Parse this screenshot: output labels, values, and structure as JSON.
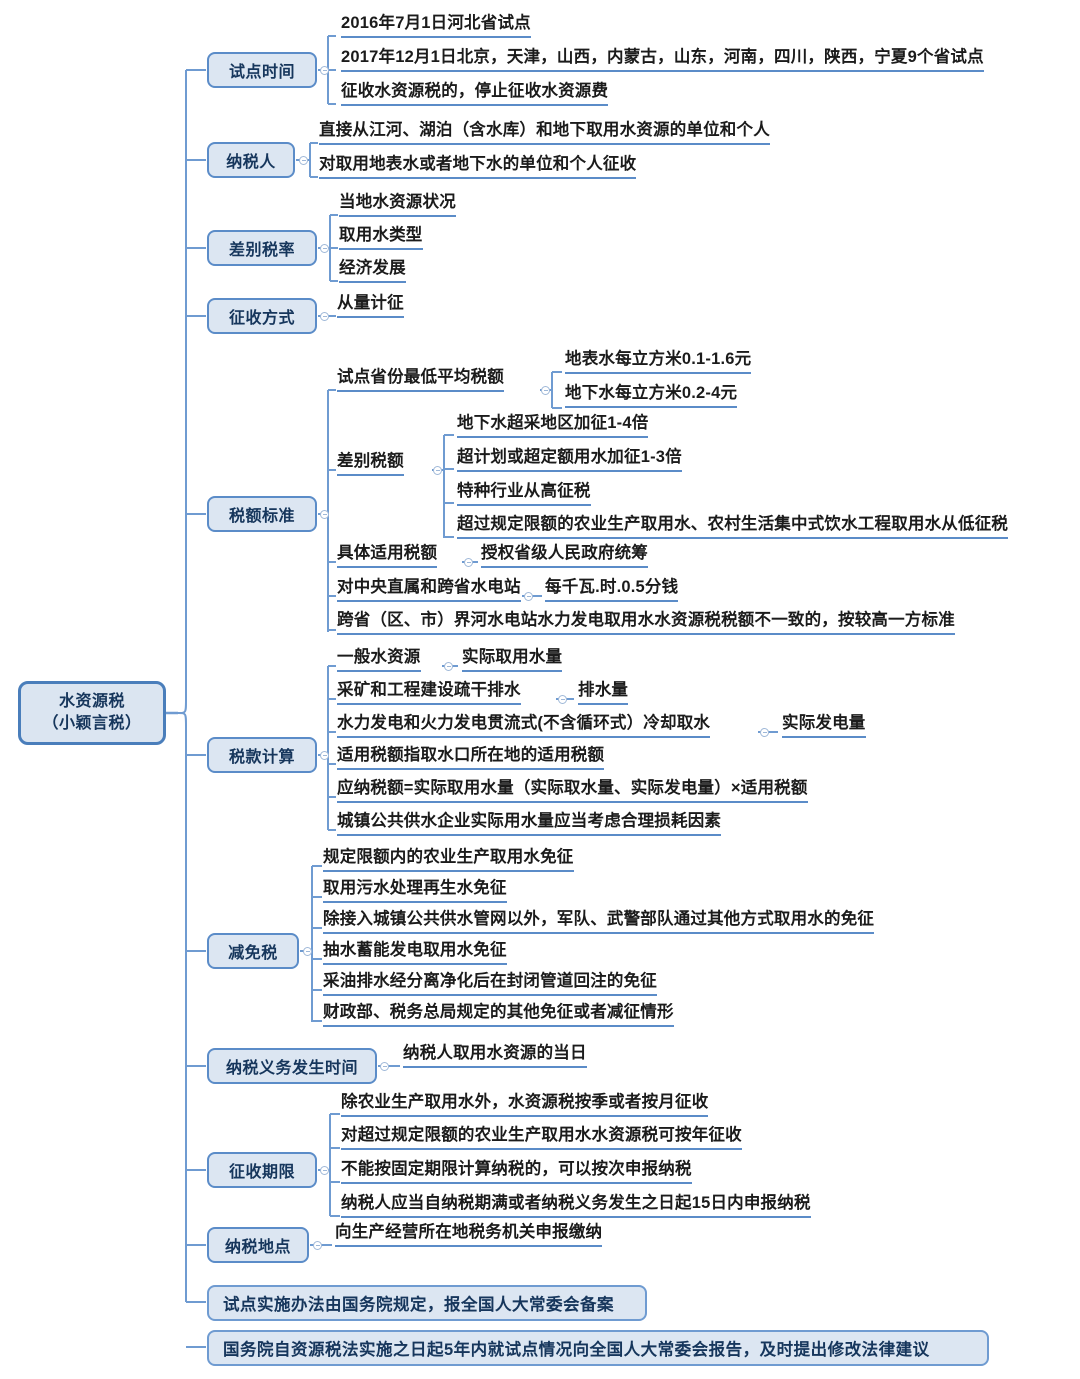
{
  "title": "水资源税思维导图",
  "colors": {
    "node_fill": "#dce6f2",
    "node_border": "#5b8cc8",
    "root_border": "#4a7ebb",
    "underline": "#5b8cc8",
    "text": "#1b1b1b",
    "branch_text": "#16365c"
  },
  "root": {
    "line1": "水资源税",
    "line2": "（小颖言税）"
  },
  "branches": [
    {
      "label": "试点时间",
      "leaves": [
        "2016年7月1日河北省试点",
        "2017年12月1日北京，天津，山西，内蒙古，山东，河南，四川，陕西，宁夏9个省试点",
        "征收水资源税的，停止征收水资源费"
      ]
    },
    {
      "label": "纳税人",
      "leaves": [
        "直接从江河、湖泊（含水库）和地下取用水资源的单位和个人",
        "对取用地表水或者地下水的单位和个人征收"
      ]
    },
    {
      "label": "差别税率",
      "leaves": [
        "当地水资源状况",
        "取用水类型",
        "经济发展"
      ]
    },
    {
      "label": "征收方式",
      "leaves": [
        "从量计征"
      ]
    },
    {
      "label": "税额标准",
      "groups": [
        {
          "label": "试点省份最低平均税额",
          "children": [
            "地表水每立方米0.1-1.6元",
            "地下水每立方米0.2-4元"
          ]
        },
        {
          "label": "差别税额",
          "children": [
            "地下水超采地区加征1-4倍",
            "超计划或超定额用水加征1-3倍",
            "特种行业从高征税",
            "超过规定限额的农业生产取用水、农村生活集中式饮水工程取用水从低征税"
          ]
        }
      ],
      "pairs": [
        {
          "label": "具体适用税额",
          "value": "授权省级人民政府统筹"
        },
        {
          "label": "对中央直属和跨省水电站",
          "value": "每千瓦.时.0.5分钱"
        }
      ],
      "leaves": [
        "跨省（区、市）界河水电站水力发电取用水水资源税税额不一致的，按较高一方标准"
      ]
    },
    {
      "label": "税款计算",
      "pairs": [
        {
          "label": "一般水资源",
          "value": "实际取用水量"
        },
        {
          "label": "采矿和工程建设疏干排水",
          "value": "排水量"
        },
        {
          "label": "水力发电和火力发电贯流式(不含循环式）冷却取水",
          "value": "实际发电量"
        }
      ],
      "leaves": [
        "适用税额指取水口所在地的适用税额",
        "应纳税额=实际取用水量（实际取水量、实际发电量）×适用税额",
        "城镇公共供水企业实际用水量应当考虑合理损耗因素"
      ]
    },
    {
      "label": "减免税",
      "leaves": [
        "规定限额内的农业生产取用水免征",
        "取用污水处理再生水免征",
        "除接入城镇公共供水管网以外，军队、武警部队通过其他方式取用水的免征",
        "抽水蓄能发电取用水免征",
        "采油排水经分离净化后在封闭管道回注的免征",
        "财政部、税务总局规定的其他免征或者减征情形"
      ]
    },
    {
      "label": "纳税义务发生时间",
      "leaves": [
        "纳税人取用水资源的当日"
      ]
    },
    {
      "label": "征收期限",
      "leaves": [
        "除农业生产取用水外，水资源税按季或者按月征收",
        "对超过规定限额的农业生产取用水水资源税可按年征收",
        "不能按固定期限计算纳税的，可以按次申报纳税",
        "纳税人应当自纳税期满或者纳税义务发生之日起15日内申报纳税"
      ]
    },
    {
      "label": "纳税地点",
      "leaves": [
        "向生产经营所在地税务机关申报缴纳"
      ]
    }
  ],
  "standalone": [
    "试点实施办法由国务院规定，报全国人大常委会备案",
    "国务院自资源税法实施之日起5年内就试点情况向全国人大常委会报告，及时提出修改法律建议"
  ]
}
